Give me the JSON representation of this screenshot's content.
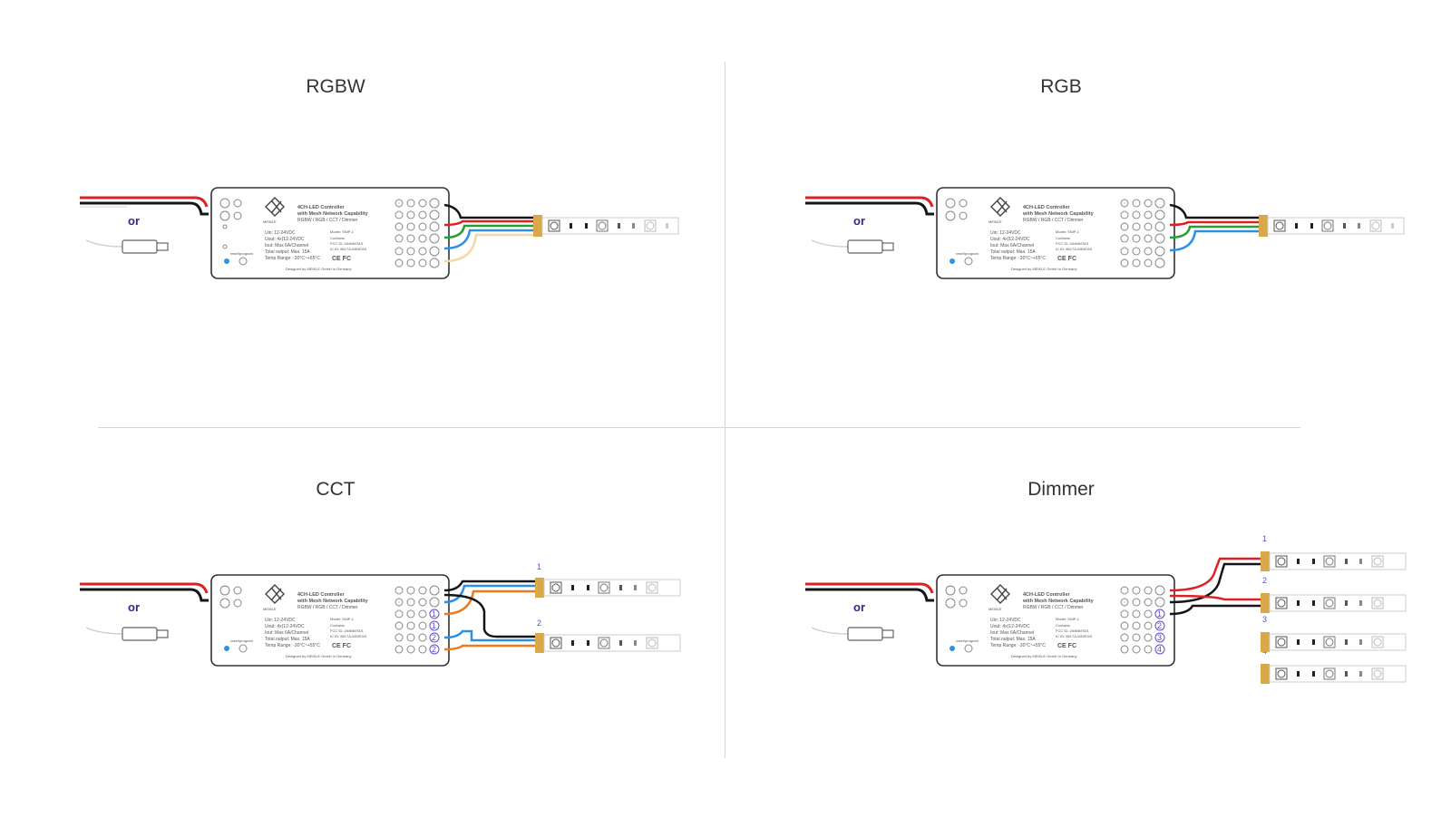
{
  "panels": [
    {
      "title": "RGBW",
      "or_label": "or"
    },
    {
      "title": "RGB",
      "or_label": "or"
    },
    {
      "title": "CCT",
      "or_label": "or"
    },
    {
      "title": "Dimmer",
      "or_label": "or"
    }
  ],
  "controller": {
    "name_line1": "4CH-LED Controller",
    "name_line2": "with Mesh Network Capability",
    "name_line3": "RGBW / RGB / CCT / Dimmer",
    "brand": "MEIBLE",
    "spec1": "Uin: 12-24VDC",
    "spec2": "Uout: 4x(12-24VDC",
    "spec3": "Iout: Max 6A/Channel",
    "spec4": "Total output: Max. 15A",
    "spec5": "Temp Range: -30°C~+55°C",
    "model": "Model: SNIP-1",
    "contains": "Contains",
    "fcc": "FCC ID: 2AN6MTAS",
    "ic": "IC ID: 8617A-MD8TAS",
    "reset": "reset/program",
    "designed": "Designed by MEIKLE GmbH in Germany",
    "marks": "CE FC"
  },
  "strip_numbers": {
    "cct": [
      "1",
      "2"
    ],
    "dimmer": [
      "1",
      "2",
      "3",
      "4"
    ]
  },
  "colors": {
    "red": "#e02020",
    "black": "#151515",
    "green": "#22a030",
    "blue": "#2c90e8",
    "orange": "#f07a1a",
    "warmwhite": "#f3d9a8",
    "navy": "#1a1a4a",
    "divider": "#d6d6d6"
  }
}
